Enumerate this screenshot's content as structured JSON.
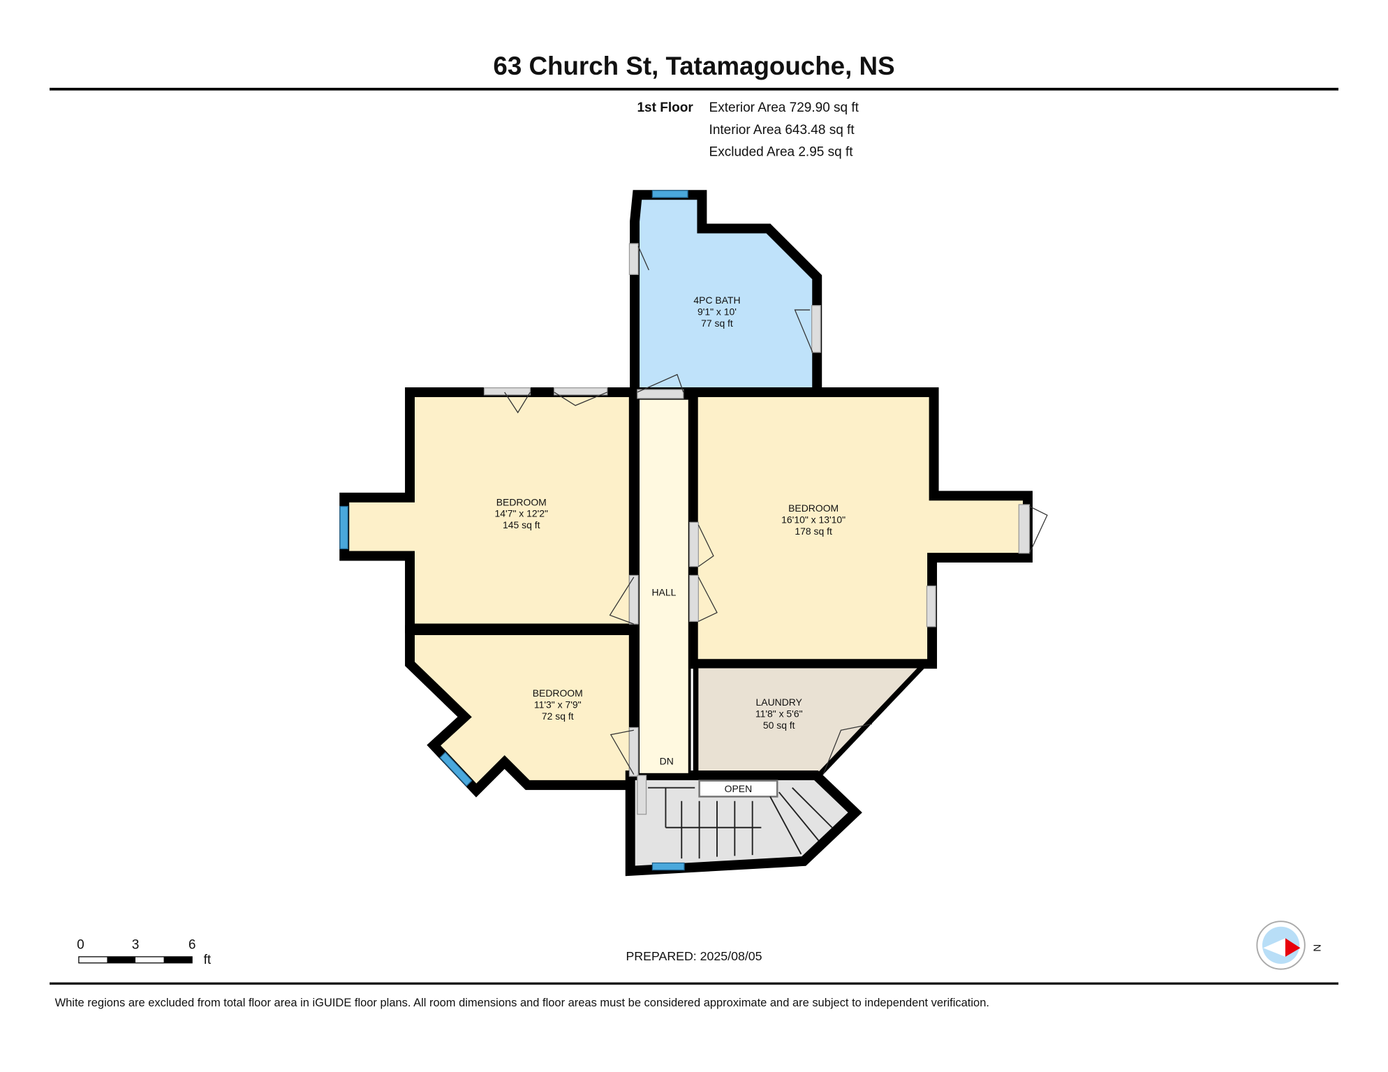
{
  "title": "63 Church St, Tatamagouche, NS",
  "floor": {
    "name": "1st Floor",
    "exterior_area": "Exterior Area 729.90 sq ft",
    "interior_area": "Interior Area 643.48 sq ft",
    "excluded_area": "Excluded Area 2.95 sq ft"
  },
  "rooms": {
    "bath": {
      "name": "4PC BATH",
      "dims": "9'1\" x 10'",
      "area": "77 sq ft"
    },
    "bedroom_left": {
      "name": "BEDROOM",
      "dims": "14'7\" x 12'2\"",
      "area": "145 sq ft"
    },
    "bedroom_right": {
      "name": "BEDROOM",
      "dims": "16'10\" x 13'10\"",
      "area": "178 sq ft"
    },
    "bedroom_small": {
      "name": "BEDROOM",
      "dims": "11'3\" x 7'9\"",
      "area": "72 sq ft"
    },
    "laundry": {
      "name": "LAUNDRY",
      "dims": "11'8\" x 5'6\"",
      "area": "50 sq ft"
    },
    "hall": {
      "name": "HALL"
    },
    "stairs_dn": "DN",
    "open": "OPEN"
  },
  "scale": {
    "ticks": [
      "0",
      "3",
      "6"
    ],
    "unit": "ft"
  },
  "prepared": "PREPARED: 2025/08/05",
  "compass_label": "N",
  "footer": "White regions are excluded from total floor area in iGUIDE floor plans. All room dimensions and floor areas must be considered approximate and are subject to independent verification.",
  "colors": {
    "bath": "#bfe2fa",
    "bedroom": "#fdf0c9",
    "hall": "#fff9e0",
    "laundry": "#e9e1d3",
    "window": "#4aa8dc",
    "wall": "#000000"
  }
}
